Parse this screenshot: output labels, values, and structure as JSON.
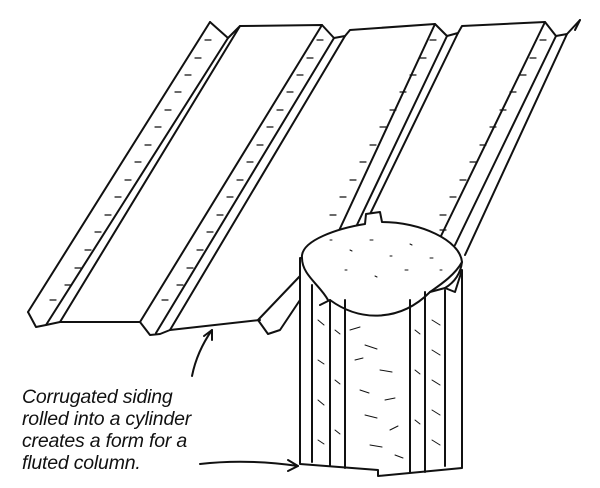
{
  "figure": {
    "subject": "Corrugated siding sheet and fluted concrete column illustration",
    "style": "black ink pen sketch on white background",
    "colors": {
      "ink": "#111111",
      "background": "#ffffff"
    },
    "elements": [
      {
        "name": "corrugated-siding-sheet",
        "description": "Corrugated siding panel with four raised ribs, drawn in perspective"
      },
      {
        "name": "fluted-column",
        "description": "Cylindrical concrete column with fluted sides, speckled top surface"
      },
      {
        "name": "arrow-to-siding",
        "description": "Arrow pointing from caption up to siding sheet"
      },
      {
        "name": "arrow-to-column",
        "description": "Arrow pointing from caption to column base"
      }
    ]
  },
  "caption": {
    "lines": [
      "Corrugated siding",
      "rolled into a cylinder",
      "creates a form for a",
      "fluted column."
    ]
  }
}
